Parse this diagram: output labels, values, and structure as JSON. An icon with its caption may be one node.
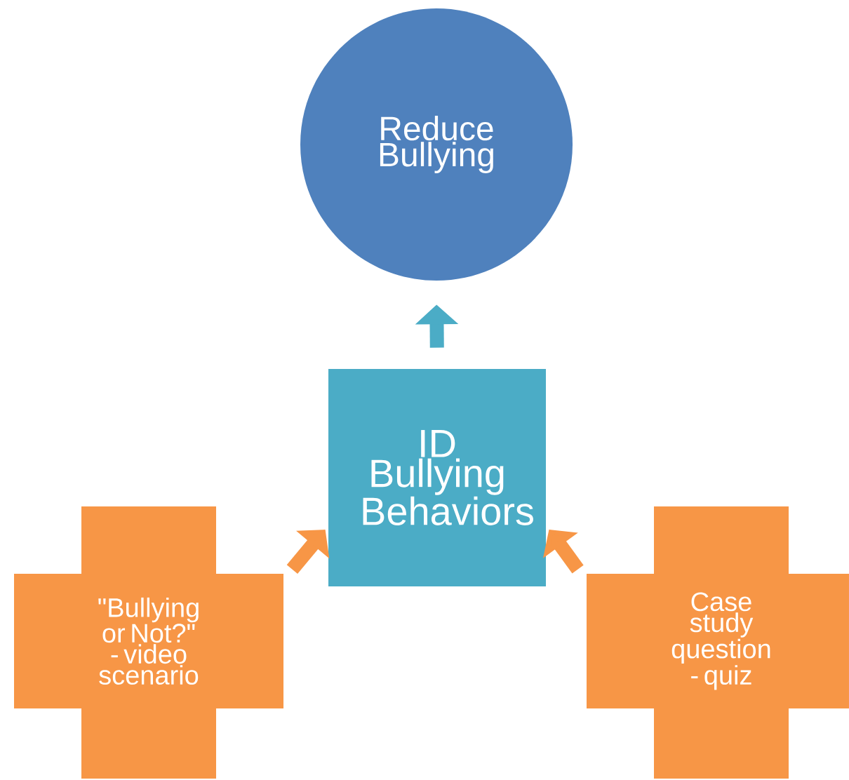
{
  "diagram": {
    "nodes": [
      {
        "text": [
          "Reduce Bullying"
        ]
      },
      {
        "text": [
          "ID Bullying Behaviors"
        ]
      },
      {
        "text": [
          "\"Bullying or Not?\" - video scenario"
        ]
      },
      {
        "text": [
          "Case study question - quiz"
        ]
      }
    ],
    "edges": [
      {
        "from": 1,
        "to": 0,
        "arrow": "to",
        "color": "#4bacc6"
      },
      {
        "from": 2,
        "to": 1,
        "arrow": "to"
      },
      {
        "from": 3,
        "to": 1,
        "arrow": "to"
      }
    ]
  }
}
